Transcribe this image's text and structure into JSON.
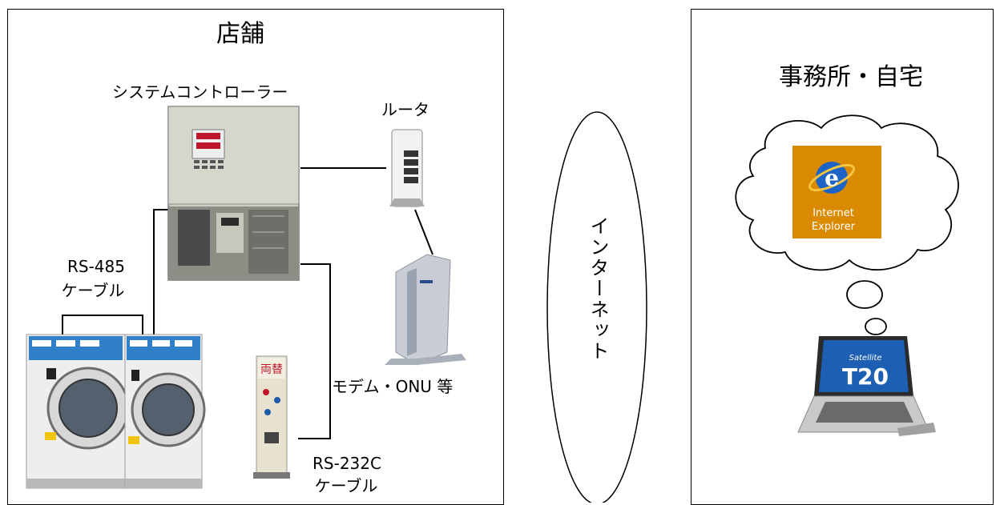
{
  "store": {
    "title": "店舗",
    "controller_label": "システムコントローラー",
    "router_label": "ルータ",
    "rs485_label_line1": "RS-485",
    "rs485_label_line2": "ケーブル",
    "modem_label": "モデム・ONU 等",
    "rs232_label_line1": "RS-232C",
    "rs232_label_line2": "ケーブル",
    "changer_text": "両替"
  },
  "internet": {
    "label": "インターネット"
  },
  "office": {
    "title": "事務所・自宅",
    "ie_label_line1": "Internet",
    "ie_label_line2": "Explorer",
    "laptop_brand": "Satellite",
    "laptop_model": "T20"
  },
  "colors": {
    "line": "#000000",
    "controller_body": "#cfcfc6",
    "washer_panel": "#2f7fc9",
    "ie_background": "#d98a00",
    "ie_logo": "#1e63c6",
    "laptop_screen": "#1d5fb3"
  }
}
